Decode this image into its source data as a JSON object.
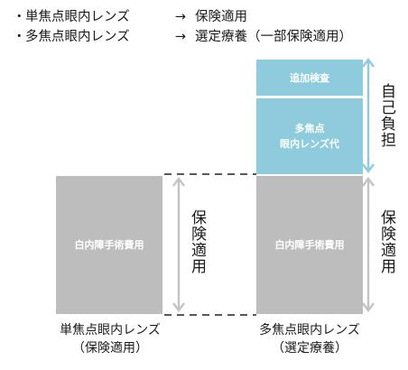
{
  "notes": [
    {
      "bullet": "・",
      "item": "単焦点眼内レンズ",
      "arrow": "→",
      "result": "保険適用"
    },
    {
      "bullet": "・",
      "item": "多焦点眼内レンズ",
      "arrow": "→",
      "result": "選定療養（一部保険適用）"
    }
  ],
  "left_bar": {
    "label": "白内障手術費用",
    "bracket": "保険適用"
  },
  "right_bar": {
    "extra_test": "追加検査",
    "lens_fee_line1": "多焦点",
    "lens_fee_line2": "眼内レンズ代",
    "surgery": "白内障手術費用",
    "bracket_self": "自己負担",
    "bracket_insurance": "保険適用"
  },
  "captions": {
    "left_line1": "単焦点眼内レンズ",
    "left_line2": "（保険適用）",
    "right_line1": "多焦点眼内レンズ",
    "right_line2": "（選定療養）"
  },
  "colors": {
    "gray": "#bdbdbd",
    "blue": "#8ecbdc",
    "arrow_gray": "#c4c4c4",
    "arrow_blue": "#8ecbdc"
  }
}
